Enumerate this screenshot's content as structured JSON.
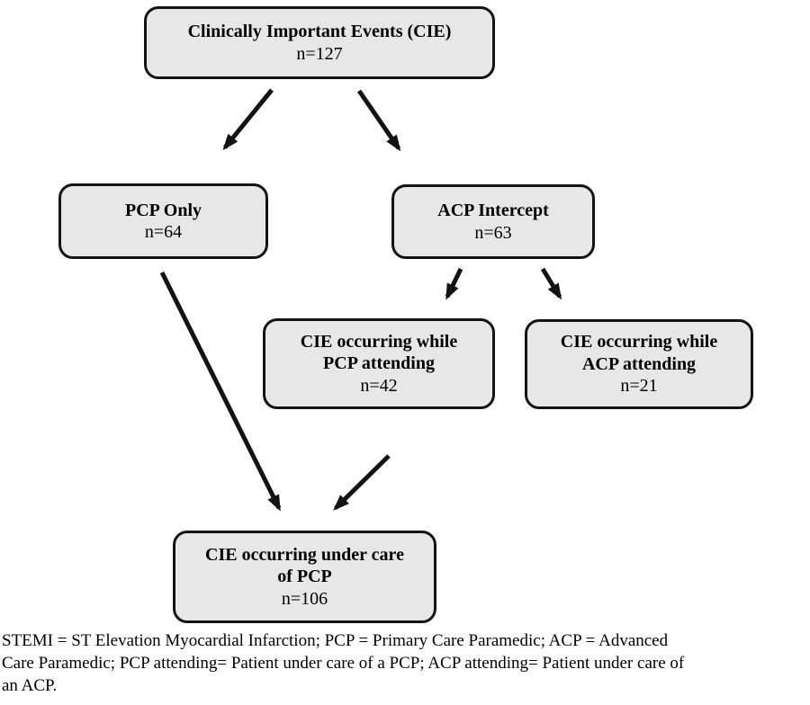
{
  "figure": {
    "type": "flowchart",
    "description": "Study flow diagram of clinically important events by paramedic care"
  },
  "colors": {
    "page_bg": "#ffffff",
    "box_fill": "#e7e7e7",
    "box_border": "#141414",
    "arrow": "#131313",
    "text": "#000000"
  },
  "nodes": [
    {
      "id": "cie",
      "lines": [
        "Clinically Important Events (CIE)"
      ],
      "count": "n=127"
    },
    {
      "id": "pcp-only",
      "lines": [
        "PCP Only"
      ],
      "count": "n=64"
    },
    {
      "id": "acp-intercept",
      "lines": [
        "ACP Intercept"
      ],
      "count": "n=63"
    },
    {
      "id": "cie-pcp-attending",
      "lines": [
        "CIE occurring while",
        "PCP attending"
      ],
      "count": "n=42"
    },
    {
      "id": "cie-acp-attending",
      "lines": [
        "CIE occurring while",
        "ACP attending"
      ],
      "count": "n=21"
    },
    {
      "id": "cie-under-pcp",
      "lines": [
        "CIE occurring under care",
        "of PCP"
      ],
      "count": "n=106"
    }
  ],
  "edges": [
    {
      "from": "cie",
      "to": "pcp-only"
    },
    {
      "from": "cie",
      "to": "acp-intercept"
    },
    {
      "from": "acp-intercept",
      "to": "cie-pcp-attending"
    },
    {
      "from": "acp-intercept",
      "to": "cie-acp-attending"
    },
    {
      "from": "pcp-only",
      "to": "cie-under-pcp"
    },
    {
      "from": "cie-pcp-attending",
      "to": "cie-under-pcp"
    }
  ],
  "footnote": "STEMI = ST Elevation Myocardial Infarction; PCP = Primary Care Paramedic; ACP = Advanced\nCare Paramedic; PCP attending= Patient under care of a PCP; ACP attending= Patient under care of\nan ACP."
}
